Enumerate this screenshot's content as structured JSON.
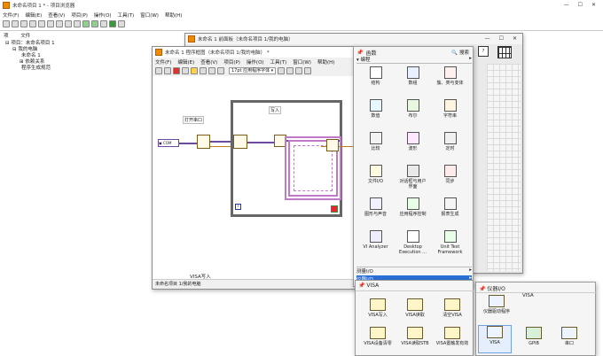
{
  "project_window": {
    "title": "未命名项目 1 * - 项目浏览器",
    "menu": [
      "文件(F)",
      "编辑(E)",
      "查看(V)",
      "项目(P)",
      "操作(O)",
      "工具(T)",
      "窗口(W)",
      "帮助(H)"
    ],
    "tabs": [
      "项",
      "文件"
    ],
    "tree": [
      "项目：未命名项目 1",
      "我的电脑",
      "未命名 1",
      "依赖关系",
      "程序生成规范"
    ]
  },
  "front_panel": {
    "title": "未命名 1 前面板（未命名项目 1/我的电脑）"
  },
  "block_diagram": {
    "title": "未命名 1 程序框图（未命名项目 1/我的电脑） *",
    "menu": [
      "文件(F)",
      "编辑(E)",
      "查看(V)",
      "项目(P)",
      "操作(O)",
      "工具(T)",
      "窗口(W)",
      "帮助(H)"
    ],
    "font_select": "17pt 应用程序字体",
    "labels": {
      "open_serial": "打开串口",
      "write": "写入",
      "visa_write": "VISA写入",
      "path": "未命名项目 1/我的电脑"
    },
    "loop_index": "i"
  },
  "functions_palette": {
    "title": "函数",
    "search_label": "搜索",
    "section": "编程",
    "items": [
      "结构",
      "数组",
      "簇、类与变体",
      "数值",
      "布尔",
      "字符串",
      "比较",
      "波形",
      "定时",
      "文件I/O",
      "对话框与用户界面",
      "同步",
      "图形与声音",
      "应用程序控制",
      "报表生成",
      "VI Analyzer",
      "Desktop Execution ...",
      "Unit Test Framework"
    ],
    "footer_items": [
      "测量I/O",
      "仪器I/O"
    ]
  },
  "visa_palette": {
    "title": "VISA",
    "items": [
      "VISA写入",
      "VISA读取",
      "清空VISA",
      "VISA设备清零",
      "VISA读取STB",
      "VISA置触发有效"
    ]
  },
  "instr_palette": {
    "title": "仪器I/O",
    "subtitle": "VISA",
    "items": [
      "仪器驱动程序",
      "VISA",
      "GPIB",
      "串口"
    ]
  }
}
